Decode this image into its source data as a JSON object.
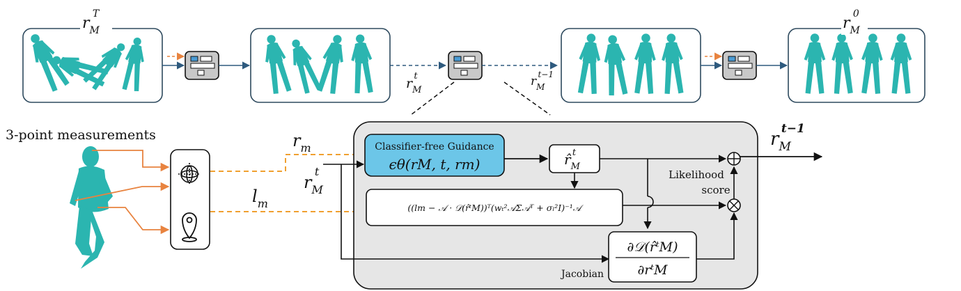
{
  "top_row": {
    "label_first": {
      "base": "r",
      "sub": "M",
      "sup": "T"
    },
    "label_last": {
      "base": "r",
      "sub": "M",
      "sup": "0"
    },
    "label_mid_left": {
      "base": "r",
      "sub": "M",
      "sup": "t"
    },
    "label_mid_right": {
      "base": "r",
      "sub": "M",
      "sup": "t−1"
    }
  },
  "measurements": {
    "title": "3-point measurements"
  },
  "inputs": {
    "r_m": {
      "base": "r",
      "sub": "m"
    },
    "l_m": {
      "base": "l",
      "sub": "m"
    },
    "r_M_t": {
      "base": "r",
      "sub": "M",
      "sup": "t"
    }
  },
  "detail": {
    "cfg_title": "Classifier-free Guidance",
    "cfg_formula": "ϵθ(rM, t, rm)",
    "rhat": {
      "base": "r̂",
      "sub": "M",
      "sup": "t"
    },
    "likelihood_formula": "((lm − 𝒜 · 𝒟(r̂ᵗM))ᵀ(wₜ²𝒜Σ𝒜ᵀ + σₗ²I)⁻¹𝒜",
    "jacobian_num": "∂𝒟(r̂ᵗM)",
    "jacobian_den": "∂rᵗM",
    "jacobian_label": "Jacobian",
    "likelihood_label_1": "Likelihood",
    "likelihood_label_2": "score",
    "output": {
      "base": "r",
      "sub": "M",
      "sup": "t−1"
    }
  },
  "colors": {
    "teal": "#2bb5b0",
    "teal_dark": "#17807c",
    "arrow_blue": "#2e5a7e",
    "orange": "#e8833f",
    "orange_dash": "#f0a030",
    "cfg_fill": "#6cc6e8",
    "panel_fill": "#e6e6e6"
  }
}
